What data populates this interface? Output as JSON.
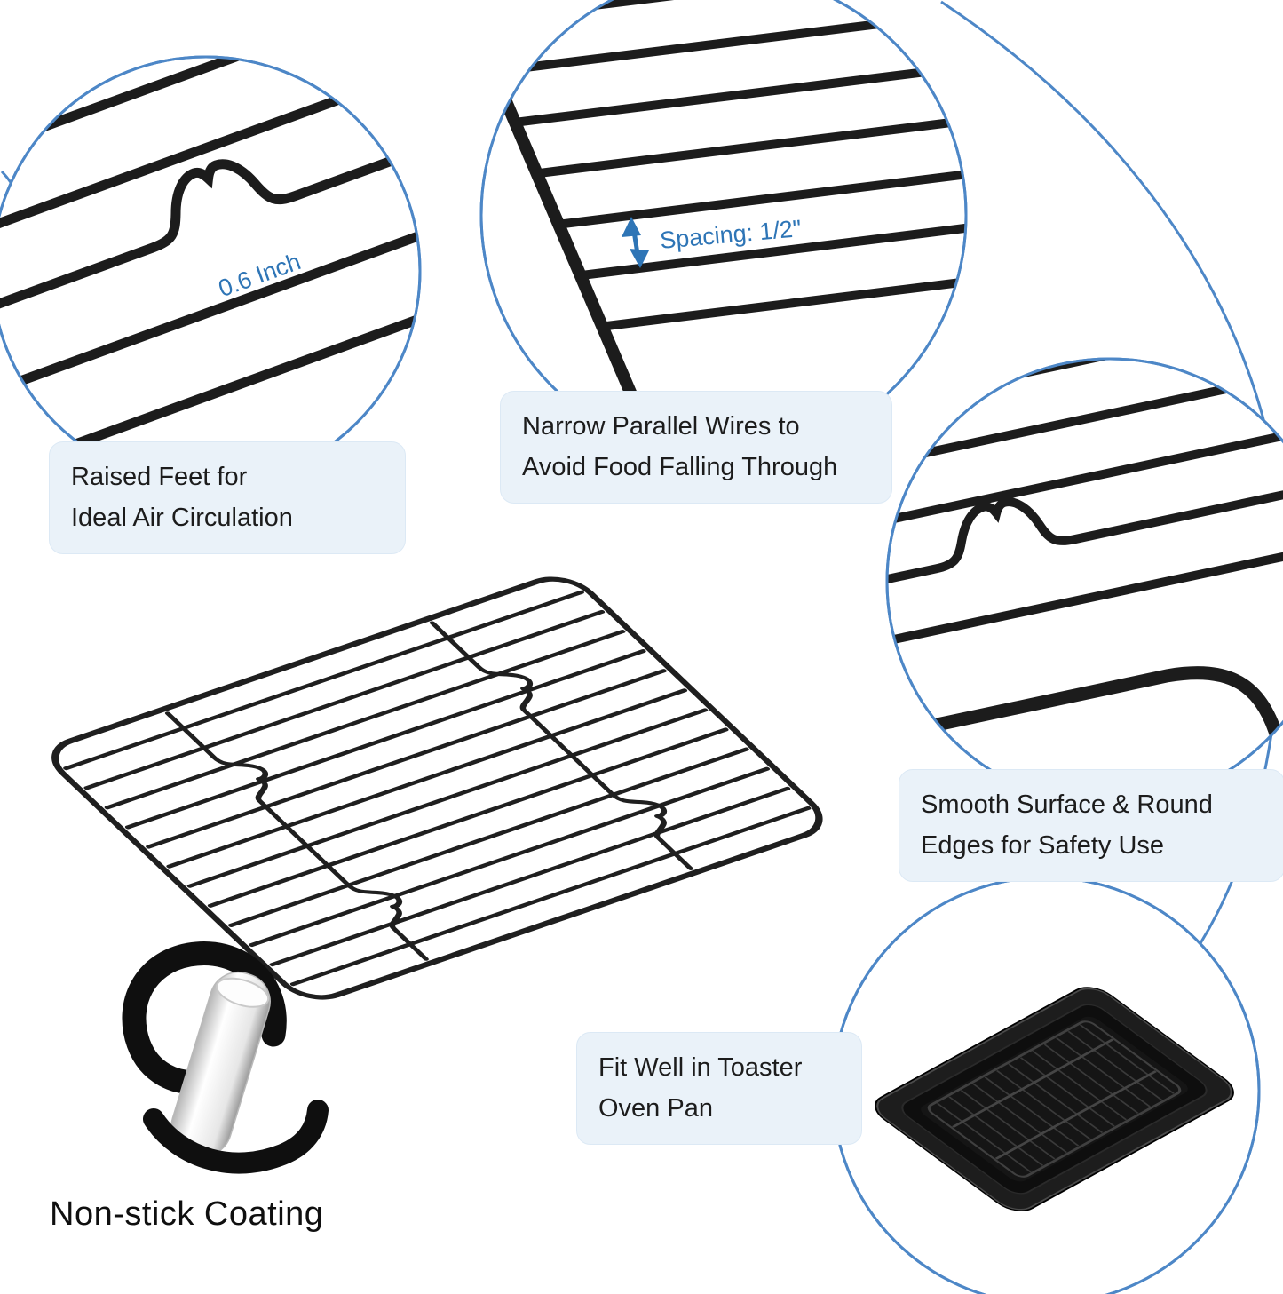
{
  "colors": {
    "accent_blue": "#4d87c7",
    "label_blue": "#2e75b6",
    "box_bg": "#eaf2f9",
    "wire_black": "#1c1c1c"
  },
  "features": {
    "raised_feet": {
      "measure": "0.6 Inch",
      "line1": "Raised Feet for",
      "line2": "Ideal Air Circulation"
    },
    "spacing": {
      "measure": "Spacing:  1/2\"",
      "line1": "Narrow Parallel Wires to",
      "line2": "Avoid Food Falling Through"
    },
    "smooth_edges": {
      "line1": "Smooth Surface & Round",
      "line2": "Edges for Safety Use"
    },
    "fit_oven": {
      "line1": "Fit Well in Toaster",
      "line2": "Oven Pan"
    }
  },
  "captions": {
    "nonstick_coating": "Non-stick Coating"
  }
}
